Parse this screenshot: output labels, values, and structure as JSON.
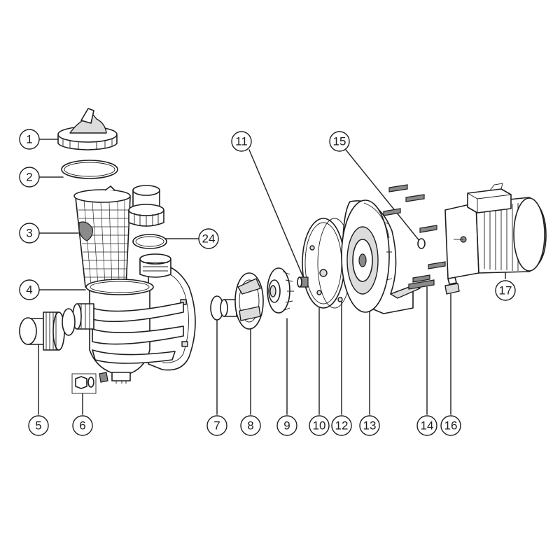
{
  "callouts": {
    "c1": "1",
    "c2": "2",
    "c3": "3",
    "c4": "4",
    "c5": "5",
    "c6": "6",
    "c7": "7",
    "c8": "8",
    "c9": "9",
    "c10": "10",
    "c11": "11",
    "c12": "12",
    "c13": "13",
    "c14": "14",
    "c15": "15",
    "c16": "16",
    "c17": "17",
    "c24": "24"
  }
}
